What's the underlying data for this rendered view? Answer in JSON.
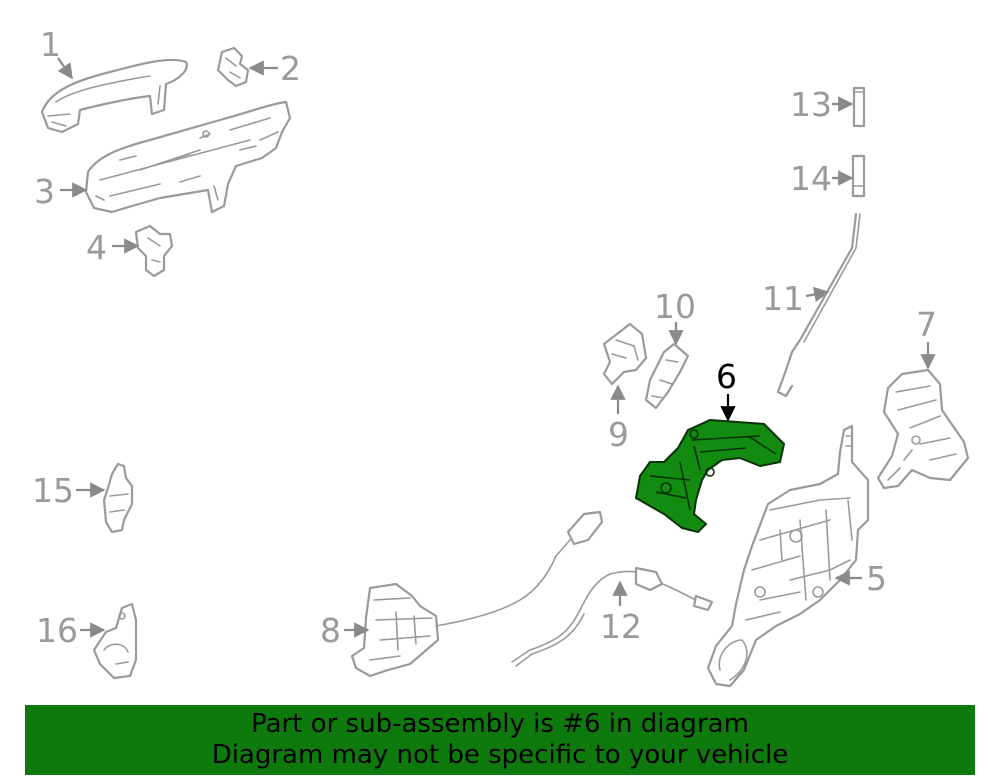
{
  "diagram": {
    "callouts": [
      {
        "id": "1",
        "label": "1"
      },
      {
        "id": "2",
        "label": "2"
      },
      {
        "id": "3",
        "label": "3"
      },
      {
        "id": "4",
        "label": "4"
      },
      {
        "id": "5",
        "label": "5"
      },
      {
        "id": "6",
        "label": "6",
        "highlighted": true
      },
      {
        "id": "7",
        "label": "7"
      },
      {
        "id": "8",
        "label": "8"
      },
      {
        "id": "9",
        "label": "9"
      },
      {
        "id": "10",
        "label": "10"
      },
      {
        "id": "11",
        "label": "11"
      },
      {
        "id": "12",
        "label": "12"
      },
      {
        "id": "13",
        "label": "13"
      },
      {
        "id": "14",
        "label": "14"
      },
      {
        "id": "15",
        "label": "15"
      },
      {
        "id": "16",
        "label": "16"
      }
    ],
    "colors": {
      "line_art": "#9a9a9a",
      "highlight_part": "#138a10",
      "highlight_callout": "#000000",
      "banner_background": "#0e7a0e"
    }
  },
  "banner": {
    "line1": "Part or sub-assembly is #6 in diagram",
    "line2": "Diagram may not be specific to your vehicle"
  }
}
